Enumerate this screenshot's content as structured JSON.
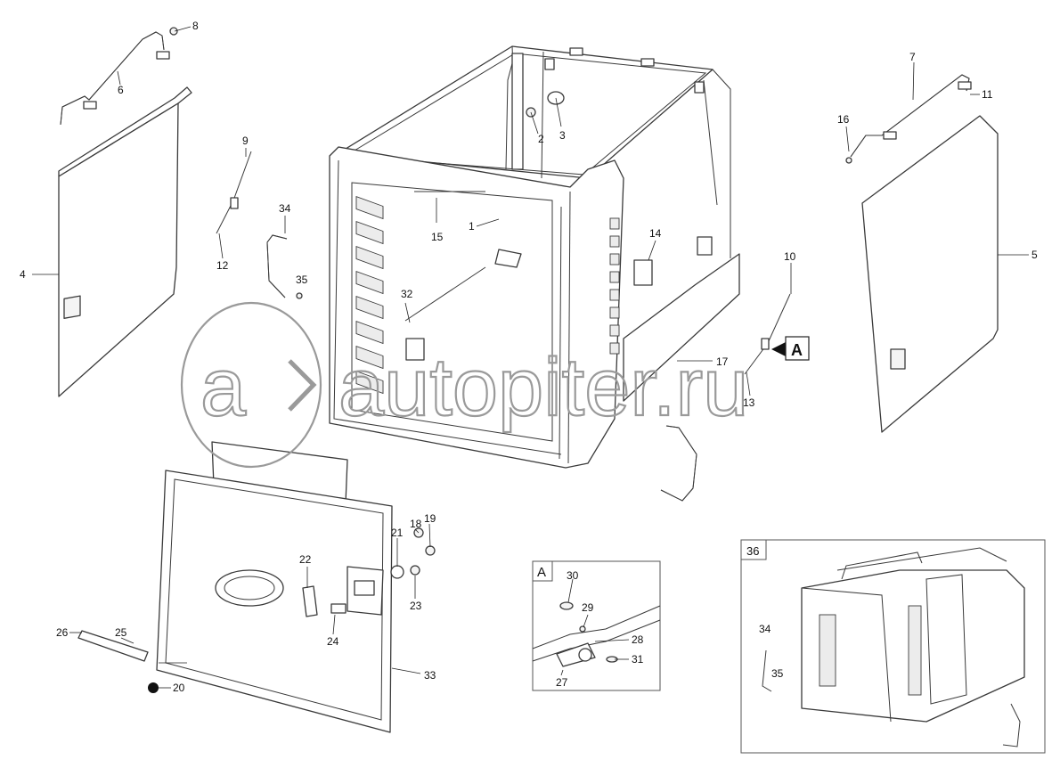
{
  "diagram": {
    "callouts": [
      "1",
      "2",
      "3",
      "4",
      "5",
      "6",
      "7",
      "8",
      "9",
      "10",
      "11",
      "12",
      "13",
      "14",
      "15",
      "16",
      "17",
      "18",
      "19",
      "20",
      "21",
      "22",
      "23",
      "24",
      "25",
      "26",
      "27",
      "28",
      "29",
      "30",
      "31",
      "32",
      "33",
      "34",
      "35"
    ],
    "detail_a": {
      "label": "A",
      "callouts": [
        "27",
        "28",
        "29",
        "30",
        "31"
      ]
    },
    "detail_36": {
      "label": "36",
      "callouts": [
        "34",
        "35"
      ]
    },
    "view_marker": "A",
    "watermark": "autopiter.ru"
  }
}
